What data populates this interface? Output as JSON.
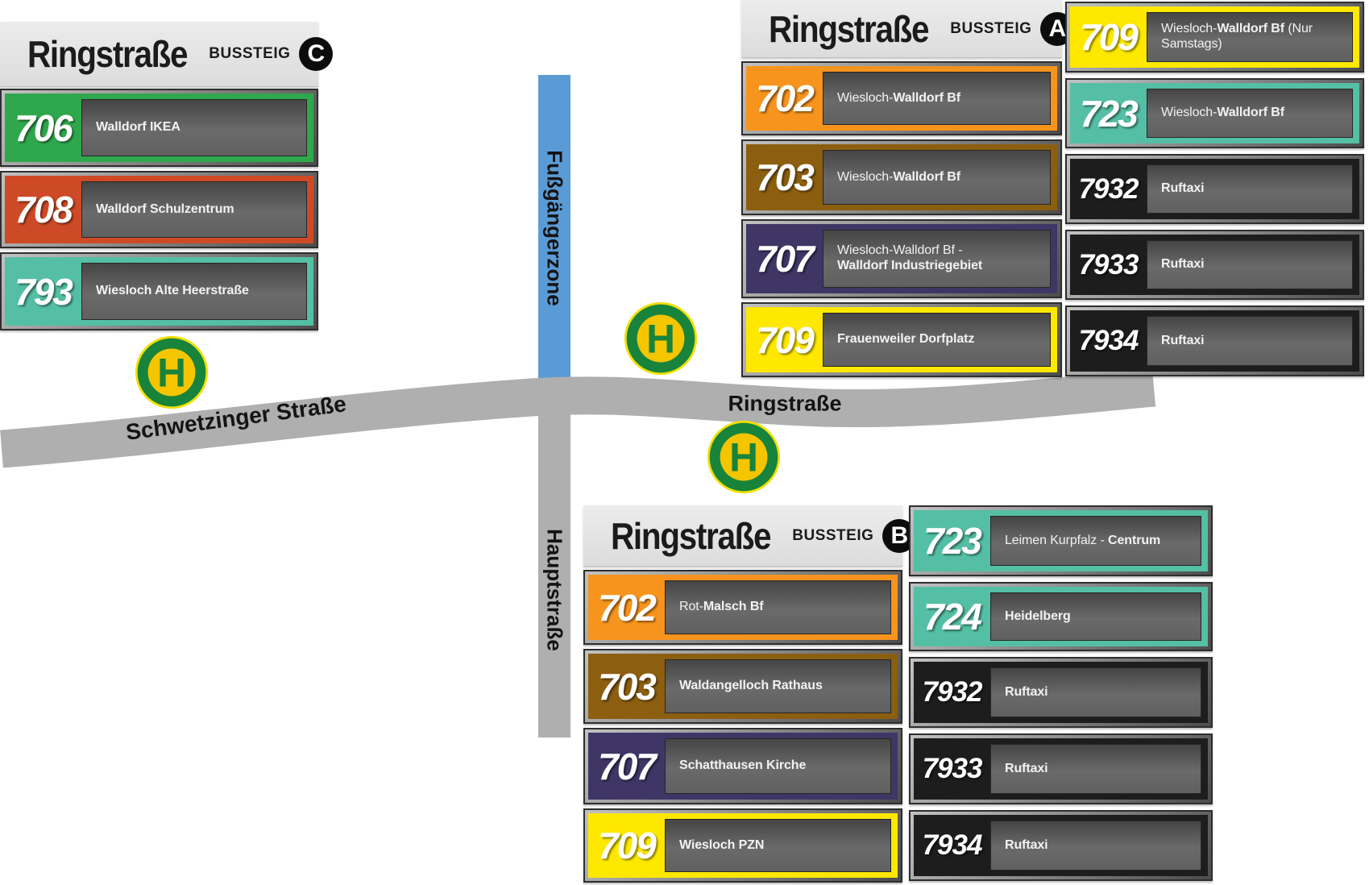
{
  "map": {
    "streets": {
      "schwetzinger": "Schwetzinger Straße",
      "ring": "Ringstraße",
      "pedestrian_zone": "Fußgängerzone",
      "haupt": "Hauptstraße"
    },
    "stop_letter": "H",
    "colors": {
      "road": "#AFAFAF",
      "pedestrian_zone": "#5B9BD5",
      "stop_green": "#17833B",
      "stop_yellow": "#F5C500",
      "stop_ring": "#F2DF00"
    }
  },
  "panels": {
    "c": {
      "title": "Ringstraße",
      "bussteig": "BUSSTEIG",
      "letter": "C",
      "rows": [
        {
          "line": "706",
          "color": "#2FA84D",
          "dest_pre": "",
          "dest_bold": "Walldorf IKEA",
          "dest_post": ""
        },
        {
          "line": "708",
          "color": "#CE4A26",
          "dest_pre": "",
          "dest_bold": "Walldorf Schulzentrum",
          "dest_post": ""
        },
        {
          "line": "793",
          "color": "#54BFA4",
          "dest_pre": "",
          "dest_bold": "Wiesloch Alte Heerstraße",
          "dest_post": ""
        }
      ]
    },
    "a": {
      "title": "Ringstraße",
      "bussteig": "BUSSTEIG",
      "letter": "A",
      "rows": [
        {
          "line": "702",
          "color": "#F7941E",
          "dest_pre": "Wiesloch-",
          "dest_bold": "Walldorf Bf",
          "dest_post": ""
        },
        {
          "line": "703",
          "color": "#8C5E10",
          "dest_pre": "Wiesloch-",
          "dest_bold": "Walldorf Bf",
          "dest_post": ""
        },
        {
          "line": "707",
          "color": "#3F3666",
          "dest_pre": "Wiesloch-Walldorf Bf -\n",
          "dest_bold": "Walldorf Industriegebiet",
          "dest_post": ""
        },
        {
          "line": "709",
          "color": "#FFE800",
          "dest_pre": "",
          "dest_bold": "Frauenweiler Dorfplatz",
          "dest_post": ""
        }
      ],
      "extra": [
        {
          "line": "709",
          "color": "#FFE800",
          "dest_pre": "Wiesloch-",
          "dest_bold": "Walldorf Bf",
          "dest_post": " (Nur Samstags)"
        },
        {
          "line": "723",
          "color": "#54BFA4",
          "dest_pre": "Wiesloch-",
          "dest_bold": "Walldorf Bf",
          "dest_post": ""
        },
        {
          "line": "7932",
          "color": "#1D1D1D",
          "dest_pre": "",
          "dest_bold": "Ruftaxi",
          "dest_post": ""
        },
        {
          "line": "7933",
          "color": "#1D1D1D",
          "dest_pre": "",
          "dest_bold": "Ruftaxi",
          "dest_post": ""
        },
        {
          "line": "7934",
          "color": "#1D1D1D",
          "dest_pre": "",
          "dest_bold": "Ruftaxi",
          "dest_post": ""
        }
      ]
    },
    "b": {
      "title": "Ringstraße",
      "bussteig": "BUSSTEIG",
      "letter": "B",
      "rows": [
        {
          "line": "702",
          "color": "#F7941E",
          "dest_pre": "Rot-",
          "dest_bold": "Malsch Bf",
          "dest_post": ""
        },
        {
          "line": "703",
          "color": "#8C5E10",
          "dest_pre": "",
          "dest_bold": "Waldangelloch Rathaus",
          "dest_post": ""
        },
        {
          "line": "707",
          "color": "#3F3666",
          "dest_pre": "",
          "dest_bold": "Schatthausen Kirche",
          "dest_post": ""
        },
        {
          "line": "709",
          "color": "#FFE800",
          "dest_pre": "",
          "dest_bold": "Wiesloch PZN",
          "dest_post": ""
        }
      ],
      "extra": [
        {
          "line": "723",
          "color": "#54BFA4",
          "dest_pre": "Leimen Kurpfalz - ",
          "dest_bold": "Centrum",
          "dest_post": ""
        },
        {
          "line": "724",
          "color": "#54BFA4",
          "dest_pre": "",
          "dest_bold": "Heidelberg",
          "dest_post": ""
        },
        {
          "line": "7932",
          "color": "#1D1D1D",
          "dest_pre": "",
          "dest_bold": "Ruftaxi",
          "dest_post": ""
        },
        {
          "line": "7933",
          "color": "#1D1D1D",
          "dest_pre": "",
          "dest_bold": "Ruftaxi",
          "dest_post": ""
        },
        {
          "line": "7934",
          "color": "#1D1D1D",
          "dest_pre": "",
          "dest_bold": "Ruftaxi",
          "dest_post": ""
        }
      ]
    }
  }
}
